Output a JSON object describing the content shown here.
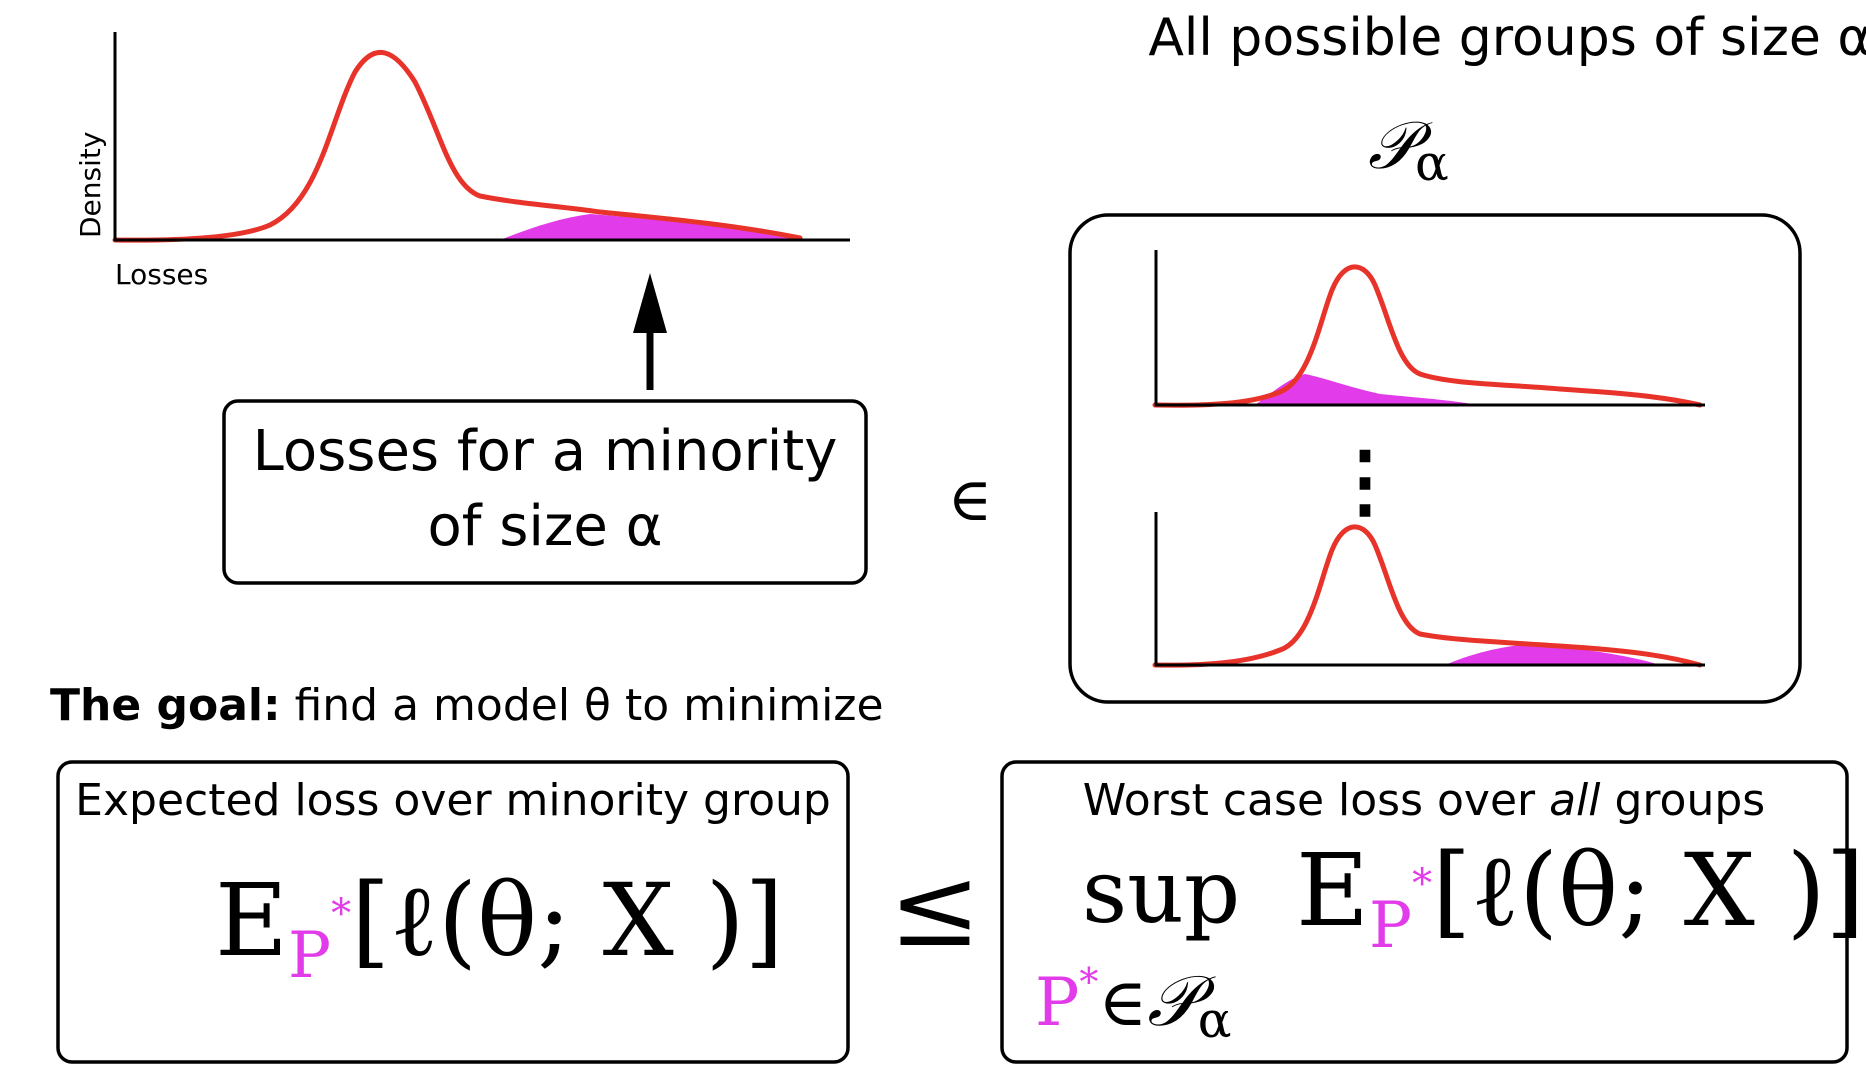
{
  "colors": {
    "curve": "#e8332b",
    "fill": "#e23bea",
    "ink": "#000000"
  },
  "top_plot": {
    "ylabel": "Density",
    "xlabel": "Losses"
  },
  "groups_title": "All possible groups of size α",
  "calP": "𝒫",
  "alpha": "α",
  "element_of": "∈",
  "ellipsis": "⋮",
  "minority_box": {
    "line1": "Losses for a minority",
    "line2": "of size α"
  },
  "goal": {
    "bold": "The goal:",
    "rest": " find a model θ to minimize"
  },
  "left_box": {
    "title": "Expected loss over minority group",
    "E": "E",
    "P": "P",
    "star": "*",
    "expr": "[ℓ(θ; X )]"
  },
  "leq": "≤",
  "right_box": {
    "title_pre": "Worst case loss over ",
    "title_em": "all",
    "title_post": " groups",
    "sup": "sup",
    "E": "E",
    "P": "P",
    "star": "*",
    "expr": "[ℓ(θ; X )]",
    "sub_P": "P",
    "sub_star": "*",
    "sub_in": "∈"
  }
}
